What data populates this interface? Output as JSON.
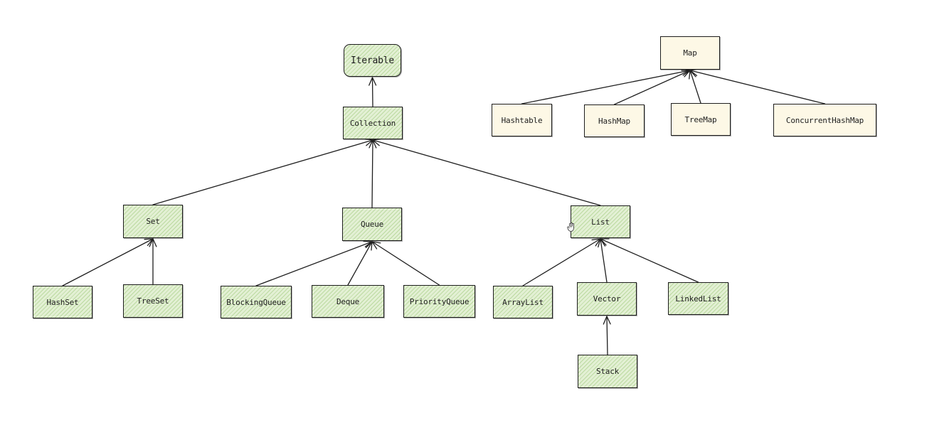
{
  "colors": {
    "stroke": "#1e1e1e",
    "green_fill": "#e3f0d4",
    "green_hatch": "#9cc878",
    "yellow_fill": "#fdf8e6"
  },
  "nodes": {
    "iterable": "Iterable",
    "collection": "Collection",
    "set": "Set",
    "queue": "Queue",
    "list": "List",
    "hashset": "HashSet",
    "treeset": "TreeSet",
    "blockingqueue": "BlockingQueue",
    "deque": "Deque",
    "priorityqueue": "PriorityQueue",
    "arraylist": "ArrayList",
    "vector": "Vector",
    "linkedlist": "LinkedList",
    "stack": "Stack",
    "map": "Map",
    "hashtable": "Hashtable",
    "hashmap": "HashMap",
    "treemap": "TreeMap",
    "concurrenthashmap": "ConcurrentHashMap"
  },
  "edges": [
    [
      "collection",
      "iterable"
    ],
    [
      "set",
      "collection"
    ],
    [
      "queue",
      "collection"
    ],
    [
      "list",
      "collection"
    ],
    [
      "hashset",
      "set"
    ],
    [
      "treeset",
      "set"
    ],
    [
      "blockingqueue",
      "queue"
    ],
    [
      "deque",
      "queue"
    ],
    [
      "priorityqueue",
      "queue"
    ],
    [
      "arraylist",
      "list"
    ],
    [
      "vector",
      "list"
    ],
    [
      "linkedlist",
      "list"
    ],
    [
      "stack",
      "vector"
    ],
    [
      "hashtable",
      "map"
    ],
    [
      "hashmap",
      "map"
    ],
    [
      "treemap",
      "map"
    ],
    [
      "concurrenthashmap",
      "map"
    ]
  ]
}
